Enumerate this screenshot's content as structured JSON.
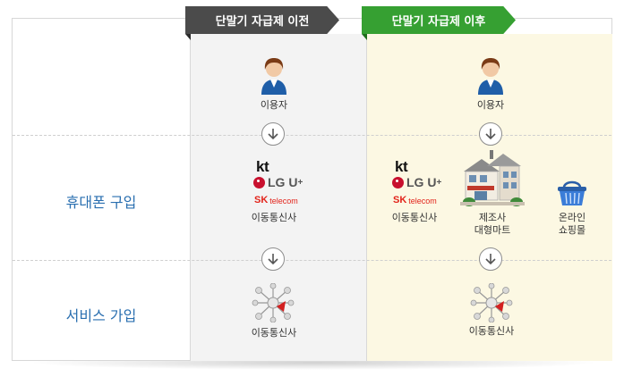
{
  "tabs": {
    "before": "단말기 자급제 이전",
    "after": "단말기 자급제 이후"
  },
  "rows": {
    "purchase": "휴대폰 구입",
    "service": "서비스 가입"
  },
  "before": {
    "user": "이용자",
    "carrier_purchase": "이동통신사",
    "carrier_service": "이동통신사"
  },
  "after": {
    "user": "이용자",
    "carrier_purchase": "이동통신사",
    "manufacturer_line1": "제조사",
    "manufacturer_line2": "대형마트",
    "online_line1": "온라인",
    "online_line2": "쇼핑몰",
    "carrier_service": "이동통신사"
  },
  "logos": {
    "kt": "kt",
    "lg": "LG U",
    "lg_plus": "+",
    "sk_mark": "SK",
    "sk_text": "telecom"
  },
  "colors": {
    "before_tab": "#4b4b4b",
    "after_tab": "#36a032",
    "after_bg": "#fcf8e3",
    "row_label": "#2a6fb0"
  },
  "icons": [
    "person-icon",
    "arrow-down-icon",
    "network-icon",
    "store-icon",
    "basket-icon"
  ]
}
